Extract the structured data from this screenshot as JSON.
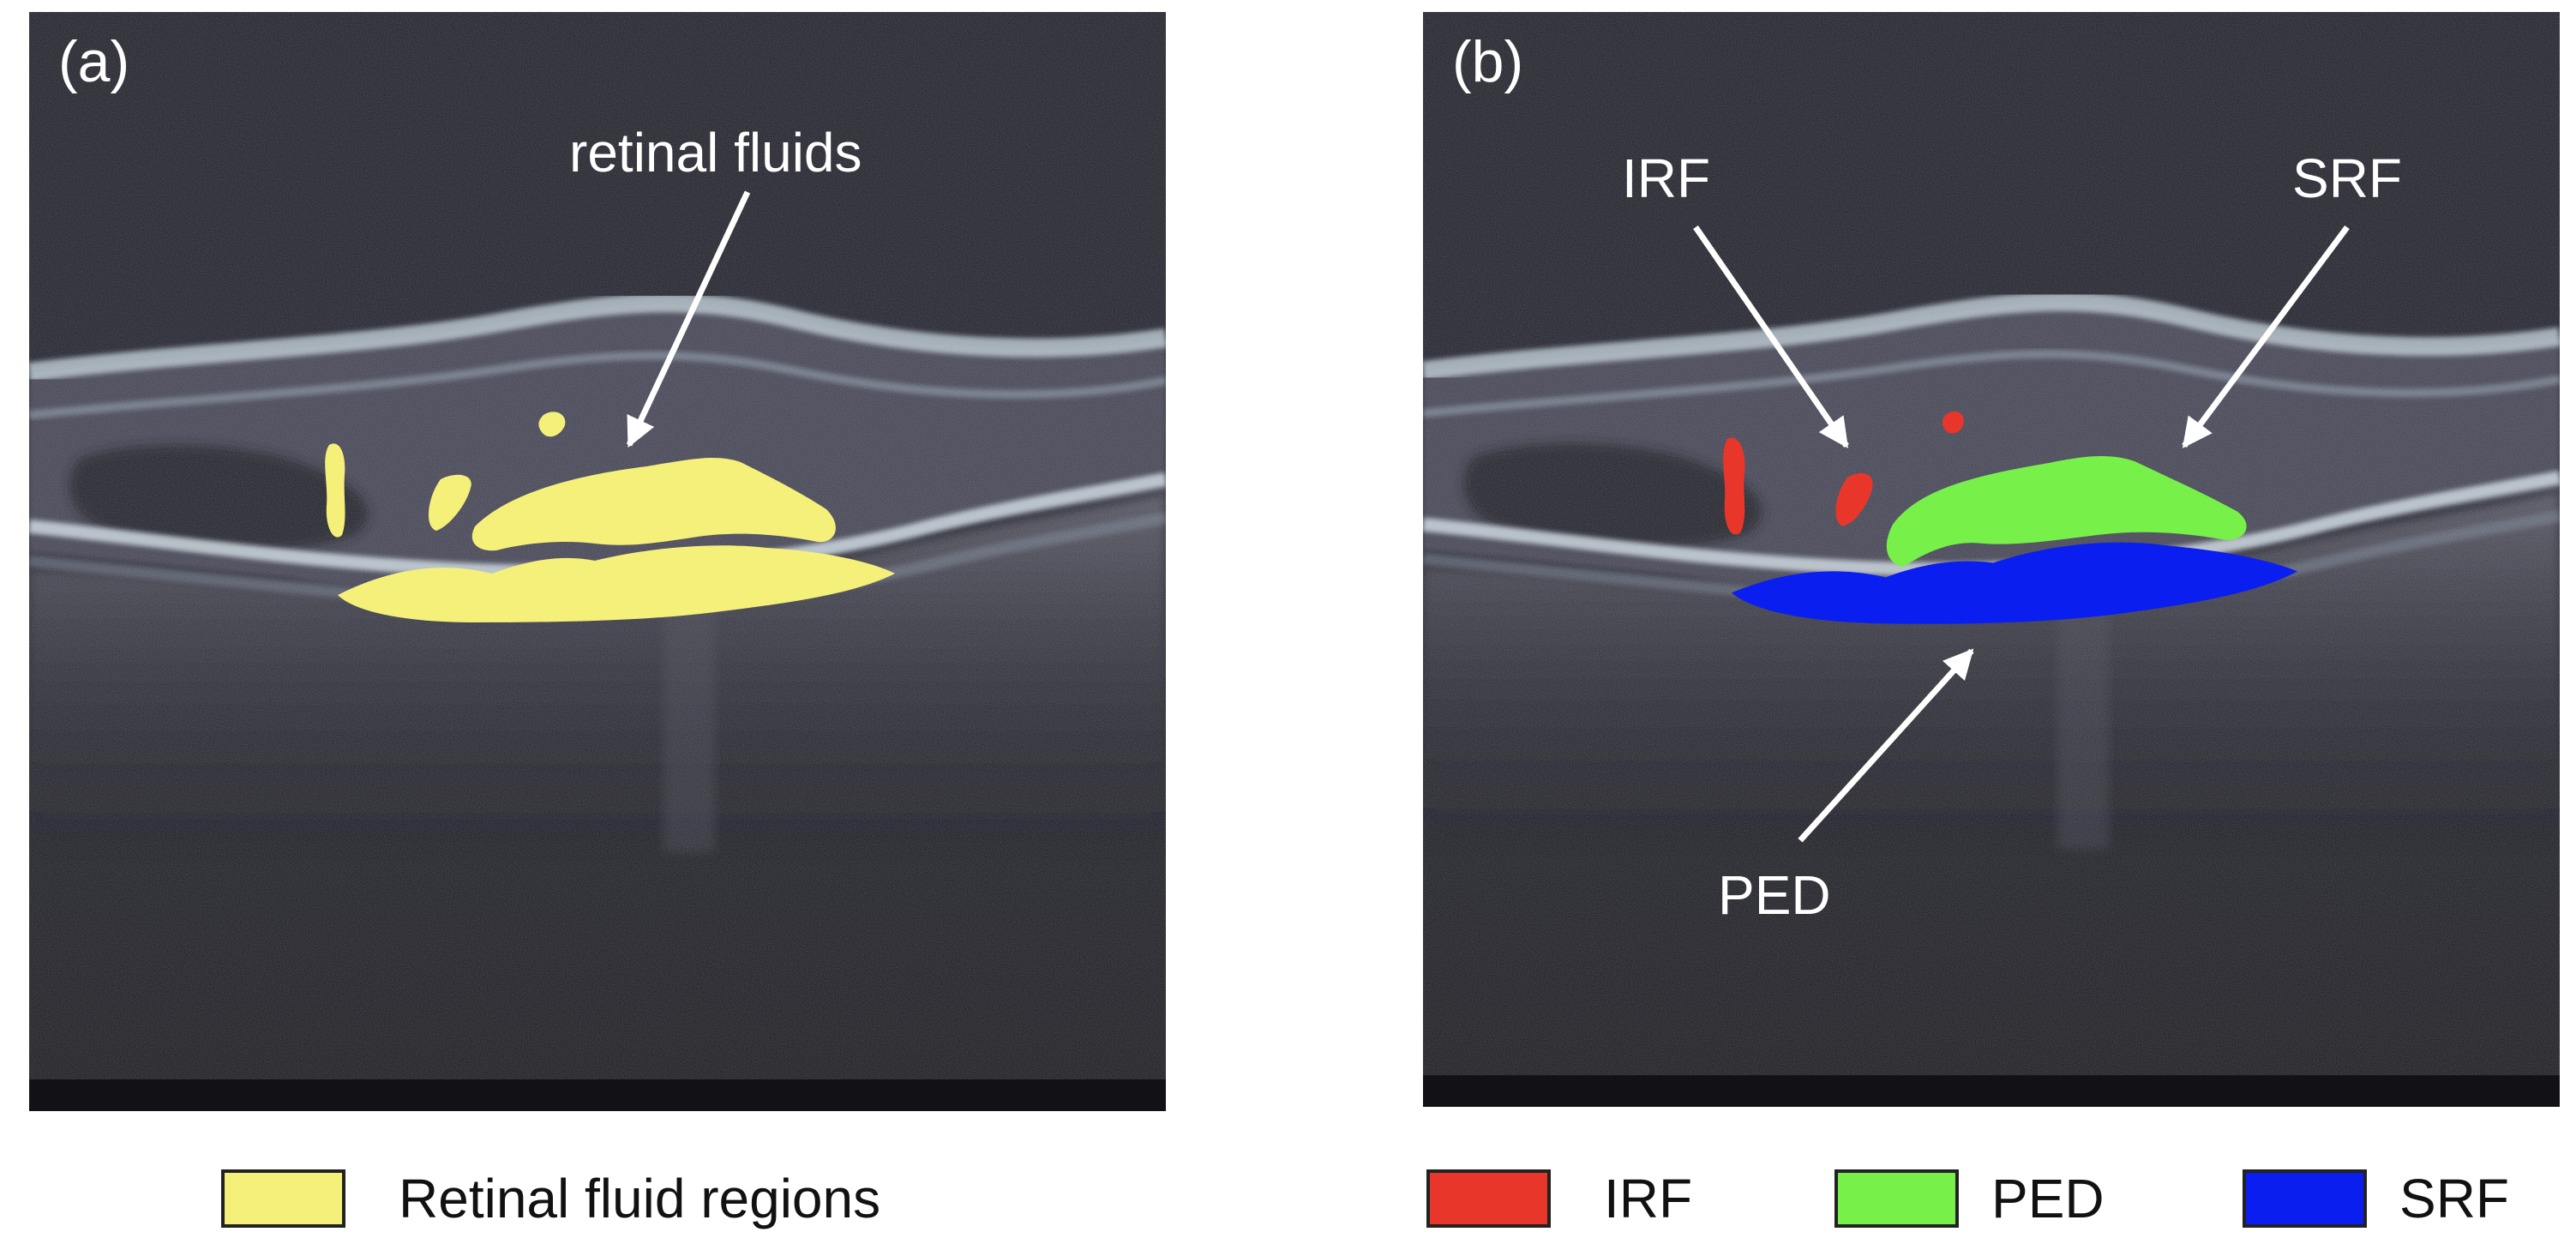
{
  "panels": [
    {
      "label": "(a)",
      "annotation": "retinal fluids",
      "legend": [
        {
          "label": "Retinal fluid regions",
          "color": "#f5f07a"
        }
      ]
    },
    {
      "label": "(b)",
      "annotations": {
        "irf": "IRF",
        "srf": "SRF",
        "ped": "PED"
      },
      "legend": [
        {
          "label": "IRF",
          "color": "#e8372a"
        },
        {
          "label": "PED",
          "color": "#78f04a"
        },
        {
          "label": "SRF",
          "color": "#0a1ef0"
        }
      ]
    }
  ]
}
